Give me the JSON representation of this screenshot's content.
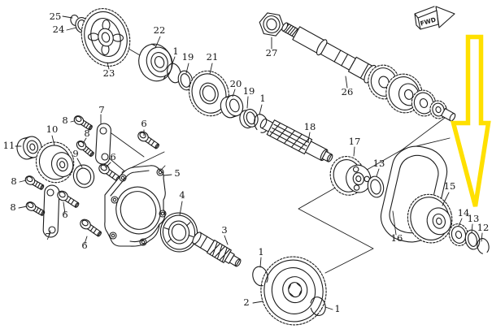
{
  "diagram": {
    "background": "#ffffff",
    "line_color": "#1c1c1c",
    "direction_indicator": {
      "label": "FWD"
    },
    "highlight_arrow": {
      "color": "#ffe000",
      "fill": "#ffffff",
      "points_at_callout": "13"
    },
    "callouts": [
      {
        "text": "25"
      },
      {
        "text": "24"
      },
      {
        "text": "23"
      },
      {
        "text": "22"
      },
      {
        "text": "1"
      },
      {
        "text": "19"
      },
      {
        "text": "21"
      },
      {
        "text": "20"
      },
      {
        "text": "19"
      },
      {
        "text": "1"
      },
      {
        "text": "27"
      },
      {
        "text": "26"
      },
      {
        "text": "18"
      },
      {
        "text": "17"
      },
      {
        "text": "13"
      },
      {
        "text": "16"
      },
      {
        "text": "15"
      },
      {
        "text": "14"
      },
      {
        "text": "13"
      },
      {
        "text": "12"
      },
      {
        "text": "7"
      },
      {
        "text": "8"
      },
      {
        "text": "8"
      },
      {
        "text": "10"
      },
      {
        "text": "11"
      },
      {
        "text": "9"
      },
      {
        "text": "6"
      },
      {
        "text": "6"
      },
      {
        "text": "8"
      },
      {
        "text": "8"
      },
      {
        "text": "6"
      },
      {
        "text": "6"
      },
      {
        "text": "7"
      },
      {
        "text": "5"
      },
      {
        "text": "4"
      },
      {
        "text": "3"
      },
      {
        "text": "1"
      },
      {
        "text": "2"
      },
      {
        "text": "1"
      }
    ]
  }
}
